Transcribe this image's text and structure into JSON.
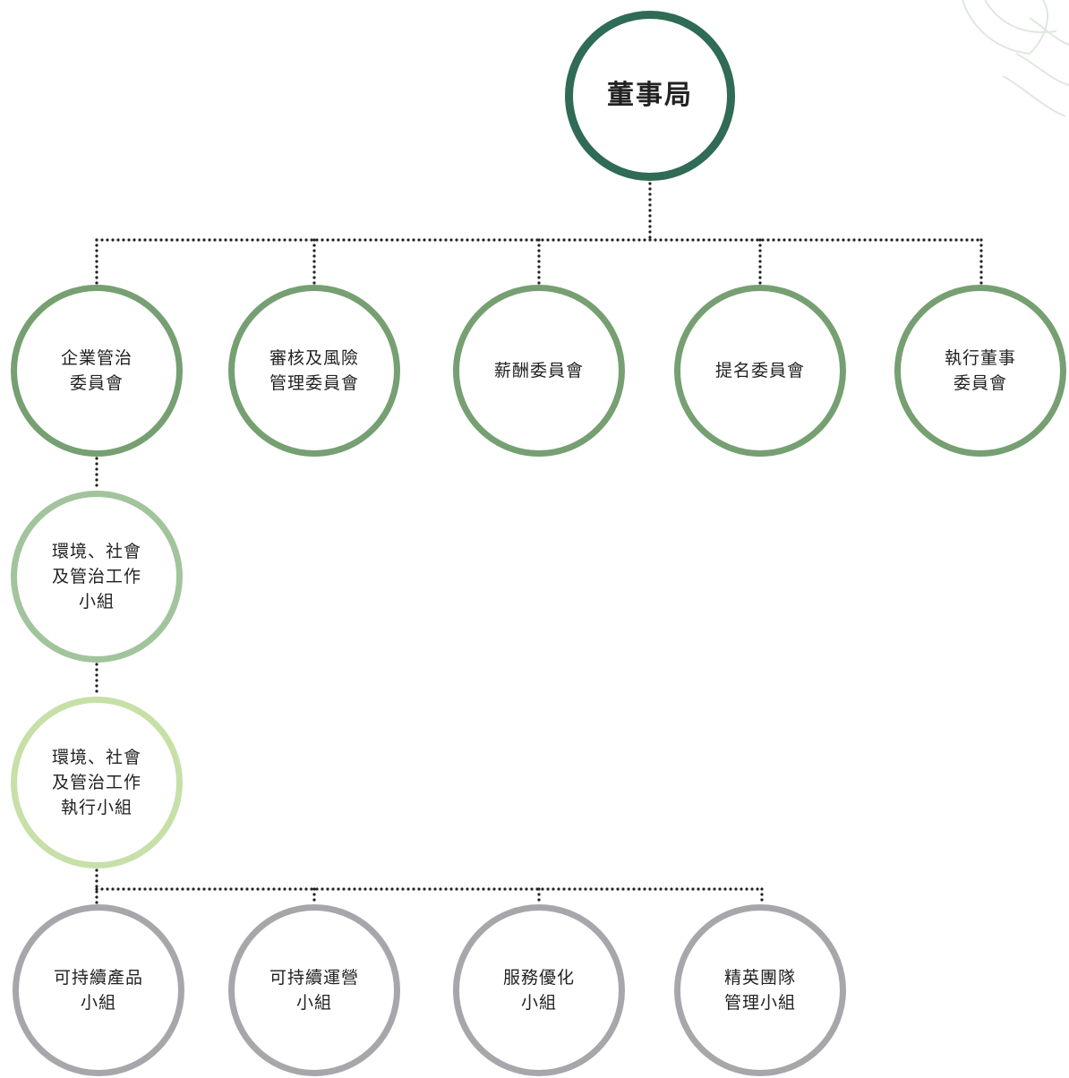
{
  "colors": {
    "board": "#2f6b55",
    "committee": "#769f72",
    "esg_working_group": "#a2c49c",
    "esg_executive_group": "#c6e0a8",
    "sub_group": "#a7a7ab",
    "connector": "#222222",
    "decor": "#dfe8df"
  },
  "nodes": {
    "board": {
      "lines": [
        "董事局"
      ]
    },
    "committees": [
      {
        "lines": [
          "企業管治",
          "委員會"
        ]
      },
      {
        "lines": [
          "審核及風險",
          "管理委員會"
        ]
      },
      {
        "lines": [
          "薪酬委員會"
        ]
      },
      {
        "lines": [
          "提名委員會"
        ]
      },
      {
        "lines": [
          "執行董事",
          "委員會"
        ]
      }
    ],
    "esg_working_group": {
      "lines": [
        "環境、社會",
        "及管治工作",
        "小組"
      ]
    },
    "esg_executive_group": {
      "lines": [
        "環境、社會",
        "及管治工作",
        "執行小組"
      ]
    },
    "sub_groups": [
      {
        "lines": [
          "可持續產品",
          "小組"
        ]
      },
      {
        "lines": [
          "可持續運營",
          "小組"
        ]
      },
      {
        "lines": [
          "服務優化",
          "小組"
        ]
      },
      {
        "lines": [
          "精英團隊",
          "管理小組"
        ]
      }
    ]
  }
}
